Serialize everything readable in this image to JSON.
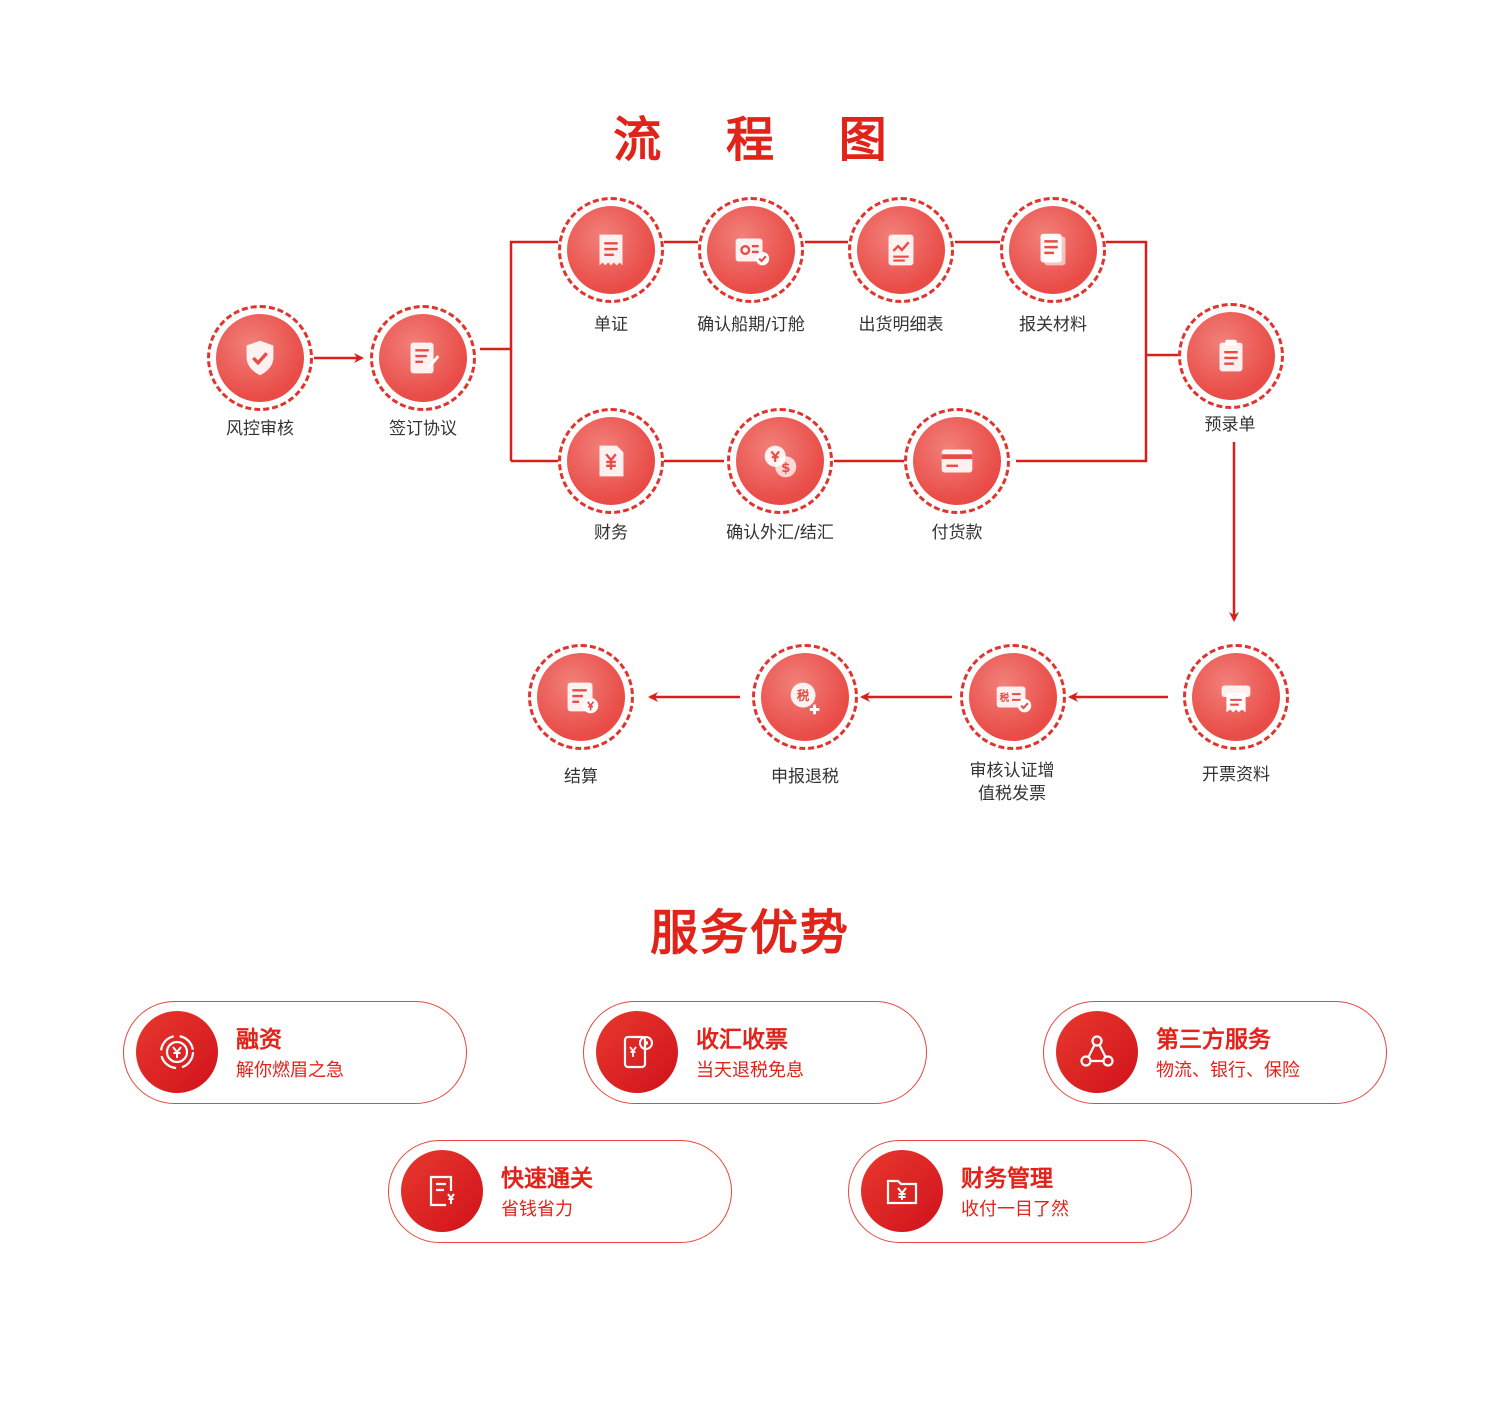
{
  "flow_title": "流 程 图",
  "advantages_title": "服务优势",
  "colors": {
    "accent": "#e2231a",
    "disc": "#e94b46",
    "ring": "#e2342d"
  },
  "nodes": {
    "risk_review": {
      "label": "风控审核",
      "icon": "shield-check-icon"
    },
    "sign_agreement": {
      "label": "签订协议",
      "icon": "contract-sign-icon"
    },
    "documents": {
      "label": "单证",
      "icon": "receipt-icon"
    },
    "confirm_booking": {
      "label": "确认船期/订舱",
      "icon": "booking-check-icon"
    },
    "shipping_list": {
      "label": "出货明细表",
      "icon": "chart-document-icon"
    },
    "customs_materials": {
      "label": "报关材料",
      "icon": "document-stack-icon"
    },
    "pre_entry": {
      "label": "预录单",
      "icon": "clipboard-icon"
    },
    "finance": {
      "label": "财务",
      "icon": "yuan-document-icon"
    },
    "confirm_fx": {
      "label": "确认外汇/结汇",
      "icon": "currency-exchange-icon"
    },
    "pay_goods": {
      "label": "付货款",
      "icon": "card-icon"
    },
    "invoice_info": {
      "label": "开票资料",
      "icon": "printer-invoice-icon"
    },
    "verify_vat": {
      "label": "审核认证增\n值税发票",
      "icon": "tax-card-icon"
    },
    "tax_refund": {
      "label": "申报退税",
      "icon": "tax-plus-icon"
    },
    "settlement": {
      "label": "结算",
      "icon": "yuan-bill-icon"
    }
  },
  "advantages": [
    {
      "title": "融资",
      "subtitle": "解你燃眉之急",
      "icon": "yuan-coin-icon"
    },
    {
      "title": "收汇收票",
      "subtitle": "当天退税免息",
      "icon": "phone-yuan-icon"
    },
    {
      "title": "第三方服务",
      "subtitle": "物流、银行、保险",
      "icon": "share-network-icon"
    },
    {
      "title": "快速通关",
      "subtitle": "省钱省力",
      "icon": "document-yuan-icon"
    },
    {
      "title": "财务管理",
      "subtitle": "收付一目了然",
      "icon": "folder-yuan-icon"
    }
  ]
}
